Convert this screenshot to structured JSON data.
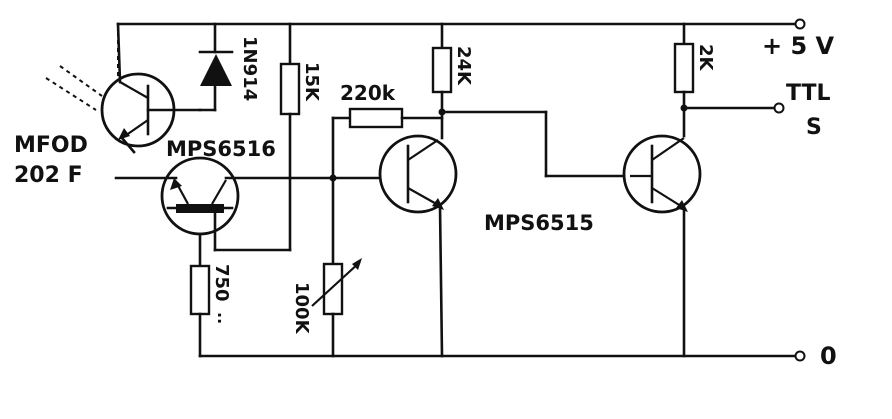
{
  "labels": {
    "supply": "+ 5 V",
    "ground": "0",
    "ttl_out": "TTL",
    "ttl_s": "S",
    "sensor_line1": "MFOD",
    "sensor_line2": "202 F",
    "q1": "MPS6516",
    "q23": "MPS6515",
    "diode": "1N914",
    "r_15k": "15K",
    "r_220k": "220k",
    "r_24k": "24K",
    "r_2k": "2K",
    "r_750": "750",
    "r_750_suffix": "..",
    "pot_100k": "100K"
  }
}
